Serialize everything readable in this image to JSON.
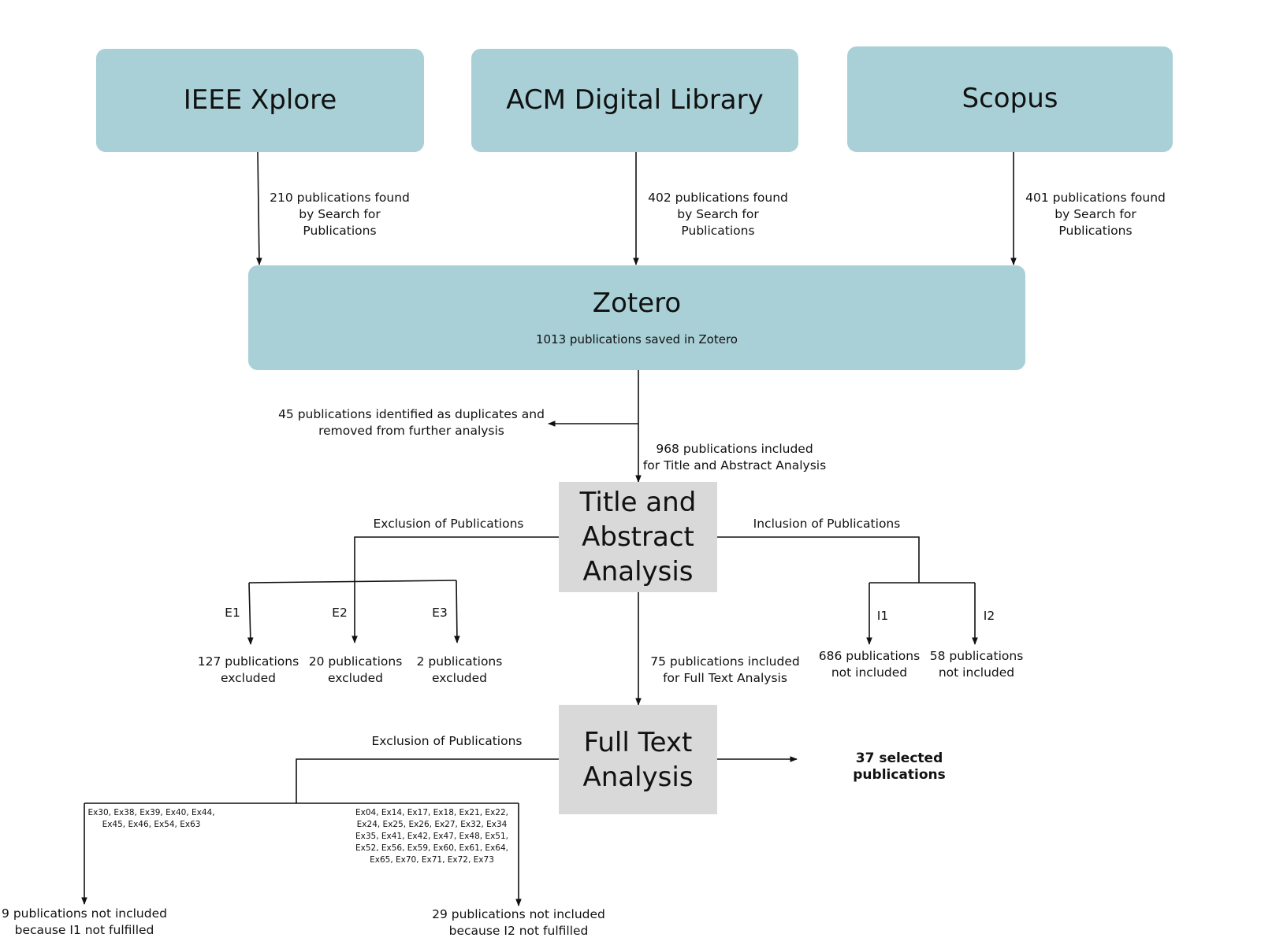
{
  "sources": [
    {
      "name": "IEEE Xplore",
      "found": "210 publications found\nby Search for Publications"
    },
    {
      "name": "ACM Digital Library",
      "found": "402 publications found\nby Search for Publications"
    },
    {
      "name": "Scopus",
      "found": "401 publications found\nby Search for Publications"
    }
  ],
  "zotero": {
    "title": "Zotero",
    "subtitle": "1013 publications saved in Zotero"
  },
  "duplicates": "45 publications identified as duplicates and\nremoved from further analysis",
  "included_title_abstract": "968 publications included\nfor Title and Abstract Analysis",
  "title_abstract": {
    "title": "Title and\nAbstract\nAnalysis",
    "exclusion_label": "Exclusion of Publications",
    "inclusion_label": "Inclusion of Publications",
    "exclusions": [
      {
        "code": "E1",
        "result": "127 publications\nexcluded"
      },
      {
        "code": "E2",
        "result": "20 publications\nexcluded"
      },
      {
        "code": "E3",
        "result": "2 publications\nexcluded"
      }
    ],
    "inclusions": [
      {
        "code": "I1",
        "result": "686 publications\nnot included"
      },
      {
        "code": "I2",
        "result": "58 publications\nnot included"
      }
    ]
  },
  "included_full_text": "75 publications included\nfor Full Text Analysis",
  "full_text": {
    "title": "Full Text\nAnalysis",
    "exclusion_label": "Exclusion of Publications",
    "selected": "37 selected publications",
    "branches": [
      {
        "ids": "Ex30, Ex38, Ex39, Ex40, Ex44,\nEx45, Ex46, Ex54, Ex63",
        "result": "9 publications not included\nbecause I1 not fulfilled"
      },
      {
        "ids": "Ex04, Ex14, Ex17, Ex18, Ex21, Ex22,\nEx24, Ex25, Ex26, Ex27, Ex32, Ex34\nEx35, Ex41, Ex42, Ex47, Ex48, Ex51,\nEx52, Ex56, Ex59, Ex60, Ex61, Ex64,\nEx65, Ex70, Ex71, Ex72, Ex73",
        "result": "29 publications not included\nbecause I2 not fulfilled"
      }
    ]
  },
  "colors": {
    "source_fill": "#a8d0d6",
    "analysis_fill": "#d9d9d9",
    "line": "#111111"
  }
}
